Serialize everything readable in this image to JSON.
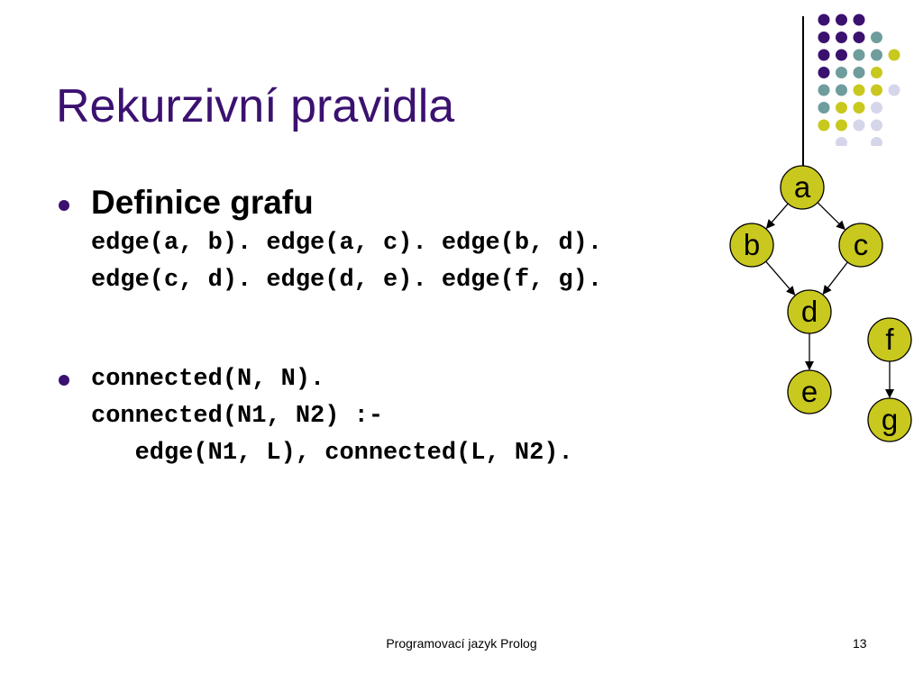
{
  "slide": {
    "title": "Rekurzivní pravidla",
    "bullets": [
      {
        "heading": "Definice grafu",
        "code": [
          "edge(a, b). edge(a, c). edge(b, d).",
          "edge(c, d). edge(d, e). edge(f, g)."
        ]
      },
      {
        "code": [
          "connected(N, N).",
          "connected(N1, N2) :-",
          "   edge(N1, L), connected(L, N2)."
        ]
      }
    ],
    "footer": {
      "center": "Programovací jazyk Prolog",
      "page": "13"
    }
  },
  "colors": {
    "title": "#3b1170",
    "bullet": "#3b1170",
    "node_fill": "#c9c81e",
    "dot_purple": "#3b1170",
    "dot_teal": "#6f9c9c",
    "dot_yellow": "#c9c81e",
    "dot_lavender": "#d6d6ea"
  },
  "decoration_dots": [
    [
      "purple",
      "purple",
      "purple",
      "none",
      "none"
    ],
    [
      "purple",
      "purple",
      "purple",
      "teal",
      "none"
    ],
    [
      "purple",
      "purple",
      "teal",
      "teal",
      "yellow"
    ],
    [
      "purple",
      "teal",
      "teal",
      "yellow",
      "none"
    ],
    [
      "teal",
      "teal",
      "yellow",
      "yellow",
      "lavender"
    ],
    [
      "teal",
      "yellow",
      "yellow",
      "lavender",
      "none"
    ],
    [
      "yellow",
      "yellow",
      "lavender",
      "lavender",
      "none"
    ],
    [
      "none",
      "lavender",
      "none",
      "lavender",
      "none"
    ]
  ],
  "graph": {
    "nodes": [
      {
        "id": "a",
        "label": "a"
      },
      {
        "id": "b",
        "label": "b"
      },
      {
        "id": "c",
        "label": "c"
      },
      {
        "id": "d",
        "label": "d"
      },
      {
        "id": "e",
        "label": "e"
      },
      {
        "id": "f",
        "label": "f"
      },
      {
        "id": "g",
        "label": "g"
      }
    ],
    "edges": [
      [
        "a",
        "b"
      ],
      [
        "a",
        "c"
      ],
      [
        "b",
        "d"
      ],
      [
        "c",
        "d"
      ],
      [
        "d",
        "e"
      ],
      [
        "f",
        "g"
      ]
    ]
  }
}
